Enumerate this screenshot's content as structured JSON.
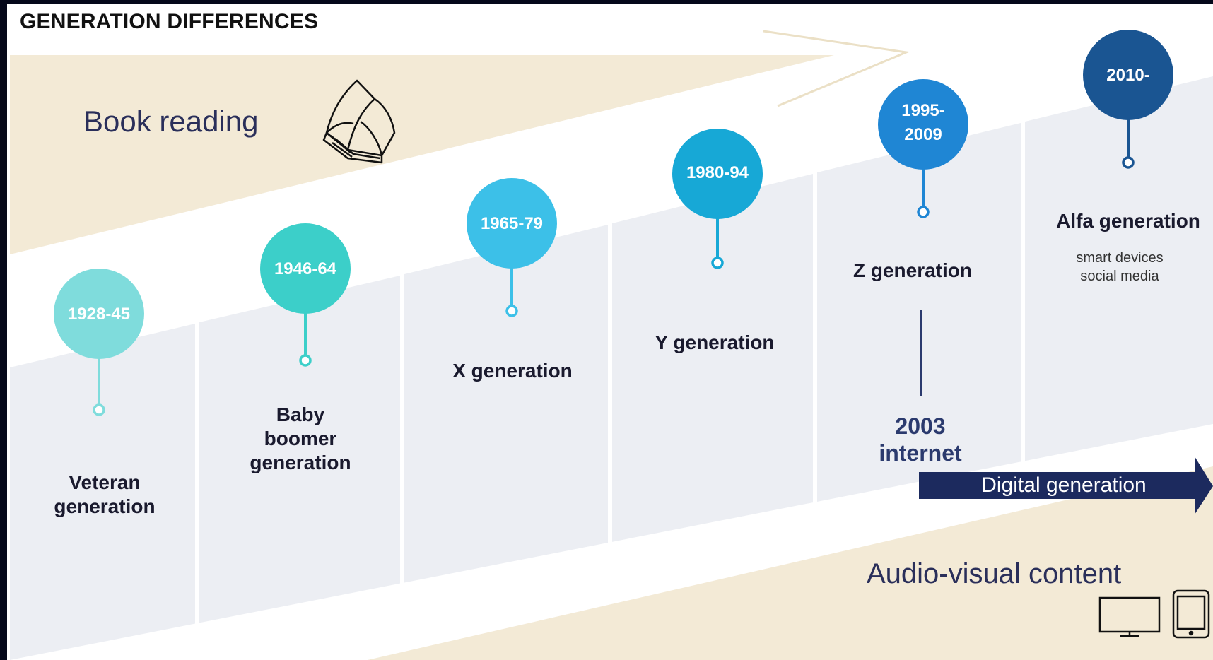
{
  "title": "GENERATION DIFFERENCES",
  "book_reading": "Book reading",
  "audio_visual": "Audio-visual content",
  "digital_generation": "Digital generation",
  "internet": {
    "year": "2003",
    "label": "internet"
  },
  "generations": [
    {
      "years": "1928-45",
      "name": "Veteran generation",
      "color": "#7fdcdc"
    },
    {
      "years": "1946-64",
      "name": "Baby boomer generation",
      "color": "#3ccfc9"
    },
    {
      "years": "1965-79",
      "name": "X generation",
      "color": "#3cc0e8"
    },
    {
      "years": "1980-94",
      "name": "Y generation",
      "color": "#17a8d6"
    },
    {
      "years": "1995-2009",
      "name": "Z generation",
      "color": "#1f86d4"
    },
    {
      "years": "2010-",
      "name": "Alfa generation",
      "color": "#1a5592",
      "notes": [
        "smart devices",
        "social media"
      ]
    }
  ],
  "colors": {
    "cream": "#f3ead6",
    "panel": "#eceef3",
    "dark_arrow": "#1c2a5e"
  },
  "icons": [
    "open-book-icon",
    "monitor-icon",
    "tablet-icon"
  ]
}
